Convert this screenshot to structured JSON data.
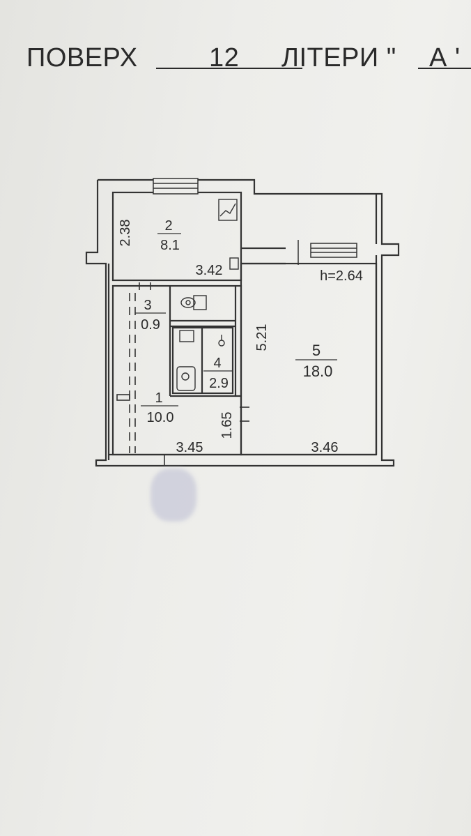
{
  "header": {
    "floor_label": "ПОВЕРХ",
    "floor_value": "12",
    "letter_label": "ЛІТЕРИ \"",
    "letter_value": "А '"
  },
  "rooms": [
    {
      "number": "1",
      "area": "10.0"
    },
    {
      "number": "2",
      "area": "8.1"
    },
    {
      "number": "3",
      "area": "0.9"
    },
    {
      "number": "4",
      "area": "2.9"
    },
    {
      "number": "5",
      "area": "18.0"
    }
  ],
  "dimensions": {
    "room2_height": "2.38",
    "room2_width": "3.42",
    "room5_length": "5.21",
    "ceiling_height": "h=2.64",
    "corridor_width": "1.65",
    "bottom_left_width": "3.45",
    "bottom_right_width": "3.46"
  }
}
